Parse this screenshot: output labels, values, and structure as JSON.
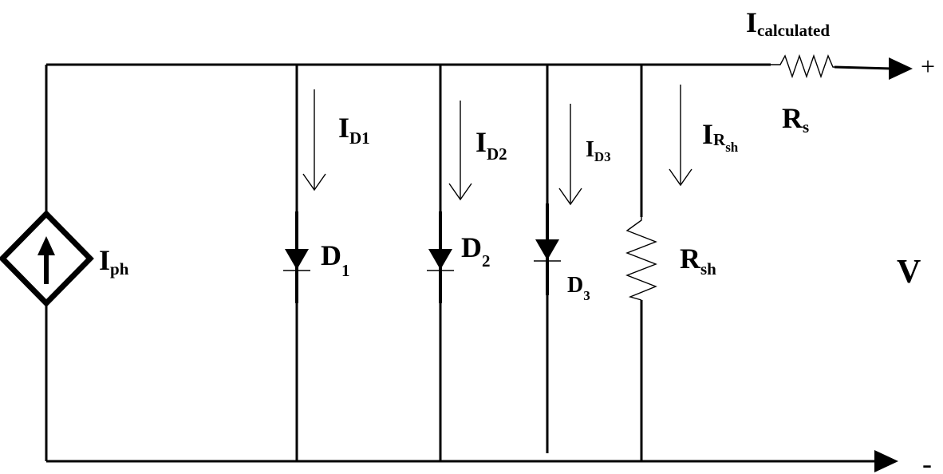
{
  "labels": {
    "i_calc_main": "I",
    "i_calc_sub": "calculated",
    "plus": "+",
    "minus": "-",
    "rs_main": "R",
    "rs_sub": "s",
    "id1_main": "I",
    "id1_sub": "D1",
    "id2_main": "I",
    "id2_sub": "D2",
    "id3_main": "I",
    "id3_sub": "D3",
    "irsh_main": "I",
    "irsh_sub": "R",
    "irsh_subsub": "sh",
    "iph_main": "I",
    "iph_sub": "ph",
    "d1_main": "D",
    "d1_sub": "1",
    "d2_main": "D",
    "d2_sub": "2",
    "d3_main": "D",
    "d3_sub": "3",
    "rsh_main": "R",
    "rsh_sub": "sh",
    "v": "V"
  }
}
